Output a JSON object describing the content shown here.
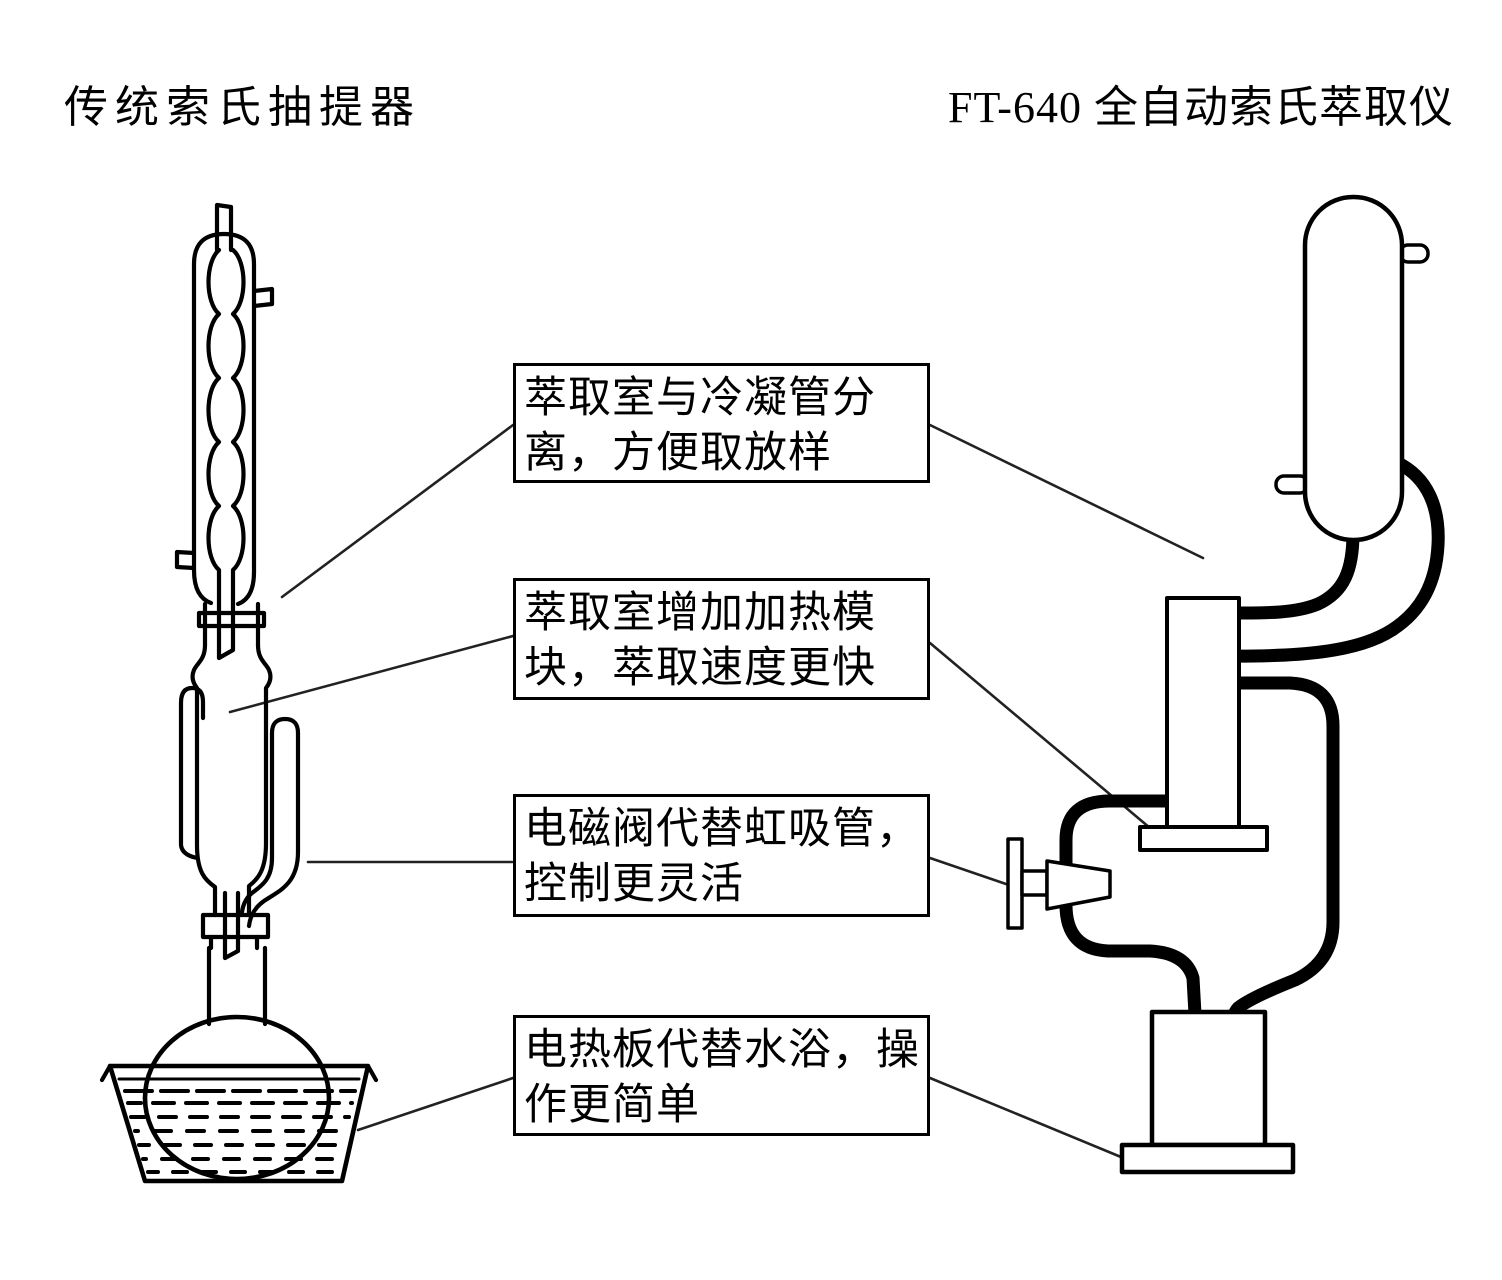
{
  "titles": {
    "left": "传统索氏抽提器",
    "right": "FT-640 全自动索氏萃取仪"
  },
  "callouts": [
    {
      "line1": "萃取室与冷凝管分",
      "line2": "离，方便取放样"
    },
    {
      "line1": "萃取室增加加热模",
      "line2": "块，萃取速度更快"
    },
    {
      "line1": "电磁阀代替虹吸管，",
      "line2": "控制更灵活"
    },
    {
      "line1": "电热板代替水浴，操",
      "line2": "作更简单"
    }
  ],
  "colors": {
    "ink": "#000000",
    "background": "#ffffff",
    "leader_line": "#222222"
  }
}
